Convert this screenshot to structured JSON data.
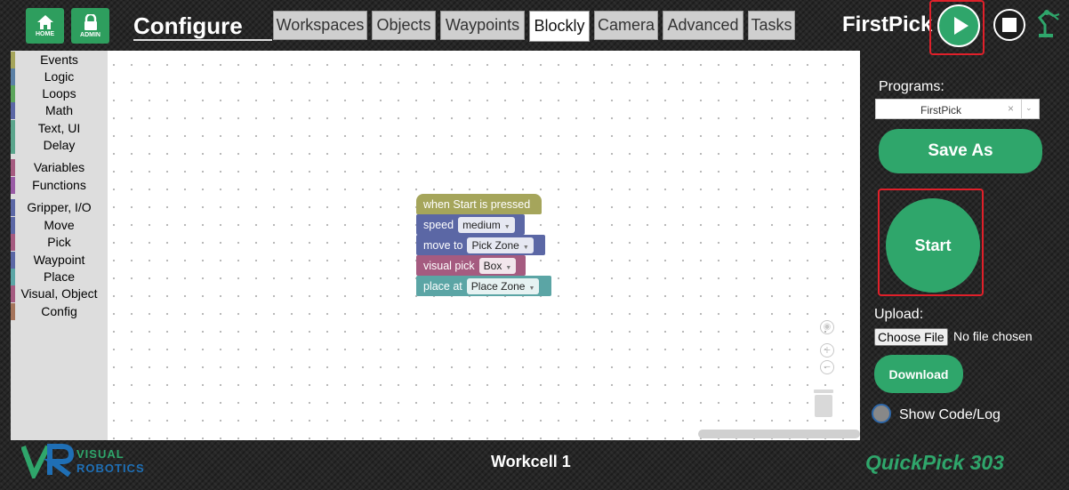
{
  "header": {
    "home_label": "HOME",
    "admin_label": "ADMIN",
    "title": "Configure",
    "tabs": [
      "Workspaces",
      "Objects",
      "Waypoints",
      "Blockly",
      "Camera",
      "Advanced",
      "Tasks"
    ],
    "active_tab": "Blockly",
    "program_title": "FirstPick"
  },
  "toolbox": {
    "categories": [
      {
        "label": "Events",
        "color": "#a5a55b"
      },
      {
        "label": "Logic",
        "color": "#5b80a5"
      },
      {
        "label": "Loops",
        "color": "#5ba55b"
      },
      {
        "label": "Math",
        "color": "#5b67a5"
      },
      {
        "label": "Text, UI",
        "color": "#5ba58c"
      },
      {
        "label": "Delay",
        "color": "#5ba58c"
      },
      {
        "label": "Variables",
        "color": "#a55b80"
      },
      {
        "label": "Functions",
        "color": "#995ba5"
      },
      {
        "label": "Gripper, I/O",
        "color": "#5b67a5"
      },
      {
        "label": "Move",
        "color": "#5b67a5"
      },
      {
        "label": "Pick",
        "color": "#a55b80"
      },
      {
        "label": "Waypoint",
        "color": "#5b67a5"
      },
      {
        "label": "Place",
        "color": "#5ba5a5"
      },
      {
        "label": "Visual, Object",
        "color": "#a55b80"
      },
      {
        "label": "Config",
        "color": "#a5745b"
      }
    ]
  },
  "blocks": {
    "event": {
      "label": "when Start is pressed",
      "color": "#a5a55b"
    },
    "speed": {
      "label": "speed",
      "value": "medium",
      "color": "#5b67a5"
    },
    "move": {
      "label": "move to",
      "value": "Pick Zone",
      "color": "#5b67a5"
    },
    "pick": {
      "label": "visual pick",
      "value": "Box",
      "color": "#a55b80"
    },
    "place": {
      "label": "place at",
      "value": "Place Zone",
      "color": "#5ba5a5"
    }
  },
  "panel": {
    "programs_label": "Programs:",
    "selected_program": "FirstPick",
    "save_as_label": "Save As",
    "start_label": "Start",
    "upload_label": "Upload:",
    "choose_file_label": "Choose File",
    "no_file_label": "No file chosen",
    "download_label": "Download",
    "show_code_label": "Show Code/Log"
  },
  "footer": {
    "logo_top": "VISUAL",
    "logo_bottom": "ROBOTICS",
    "workcell": "Workcell 1",
    "product_a": "QuickPick",
    "product_b": " 303"
  },
  "colors": {
    "accent_green": "#2fa66b",
    "highlight_red": "#e0202a"
  }
}
